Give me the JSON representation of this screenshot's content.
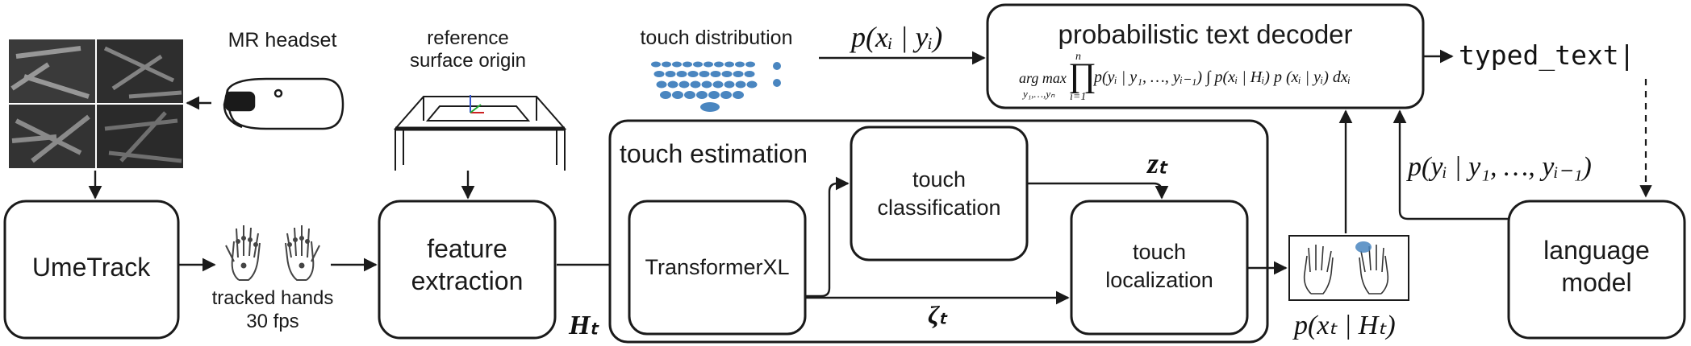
{
  "labels": {
    "mr_headset": "MR headset",
    "reference_line1": "reference",
    "reference_line2": "surface origin",
    "touch_distribution": "touch distribution",
    "umetrack": "UmeTrack",
    "tracked_hands_line1": "tracked hands",
    "tracked_hands_line2": "30 fps",
    "feature_line1": "feature",
    "feature_line2": "extraction",
    "touch_estimation": "touch estimation",
    "transformer": "TransformerXL",
    "classification_line1": "touch",
    "classification_line2": "classification",
    "localization_line1": "touch",
    "localization_line2": "localization",
    "decoder_title": "probabilistic text decoder",
    "language_line1": "language",
    "language_line2": "model",
    "typed_text": "typed_text|"
  },
  "math": {
    "p_xi_yi": "p(xᵢ | yᵢ)",
    "H_t": "Hₜ",
    "z_t": "zₜ",
    "zeta_t": "ζₜ",
    "p_xt_Ht": "p(xₜ | Hₜ)",
    "p_lm": "p(yᵢ | y₁, …, yᵢ₋₁)",
    "decoder_argmax": "arg max",
    "decoder_argmax_sub": "y₁,…,yₙ",
    "decoder_prod_top": "n",
    "decoder_prod_bottom": "i=1",
    "decoder_formula": "p(yᵢ | y₁, …, yᵢ₋₁) ∫ p(xᵢ | Hᵢ) p (xᵢ | yᵢ) dxᵢ"
  },
  "colors": {
    "accent_blue": "#4a86c0",
    "stroke": "#1a1a1a"
  }
}
